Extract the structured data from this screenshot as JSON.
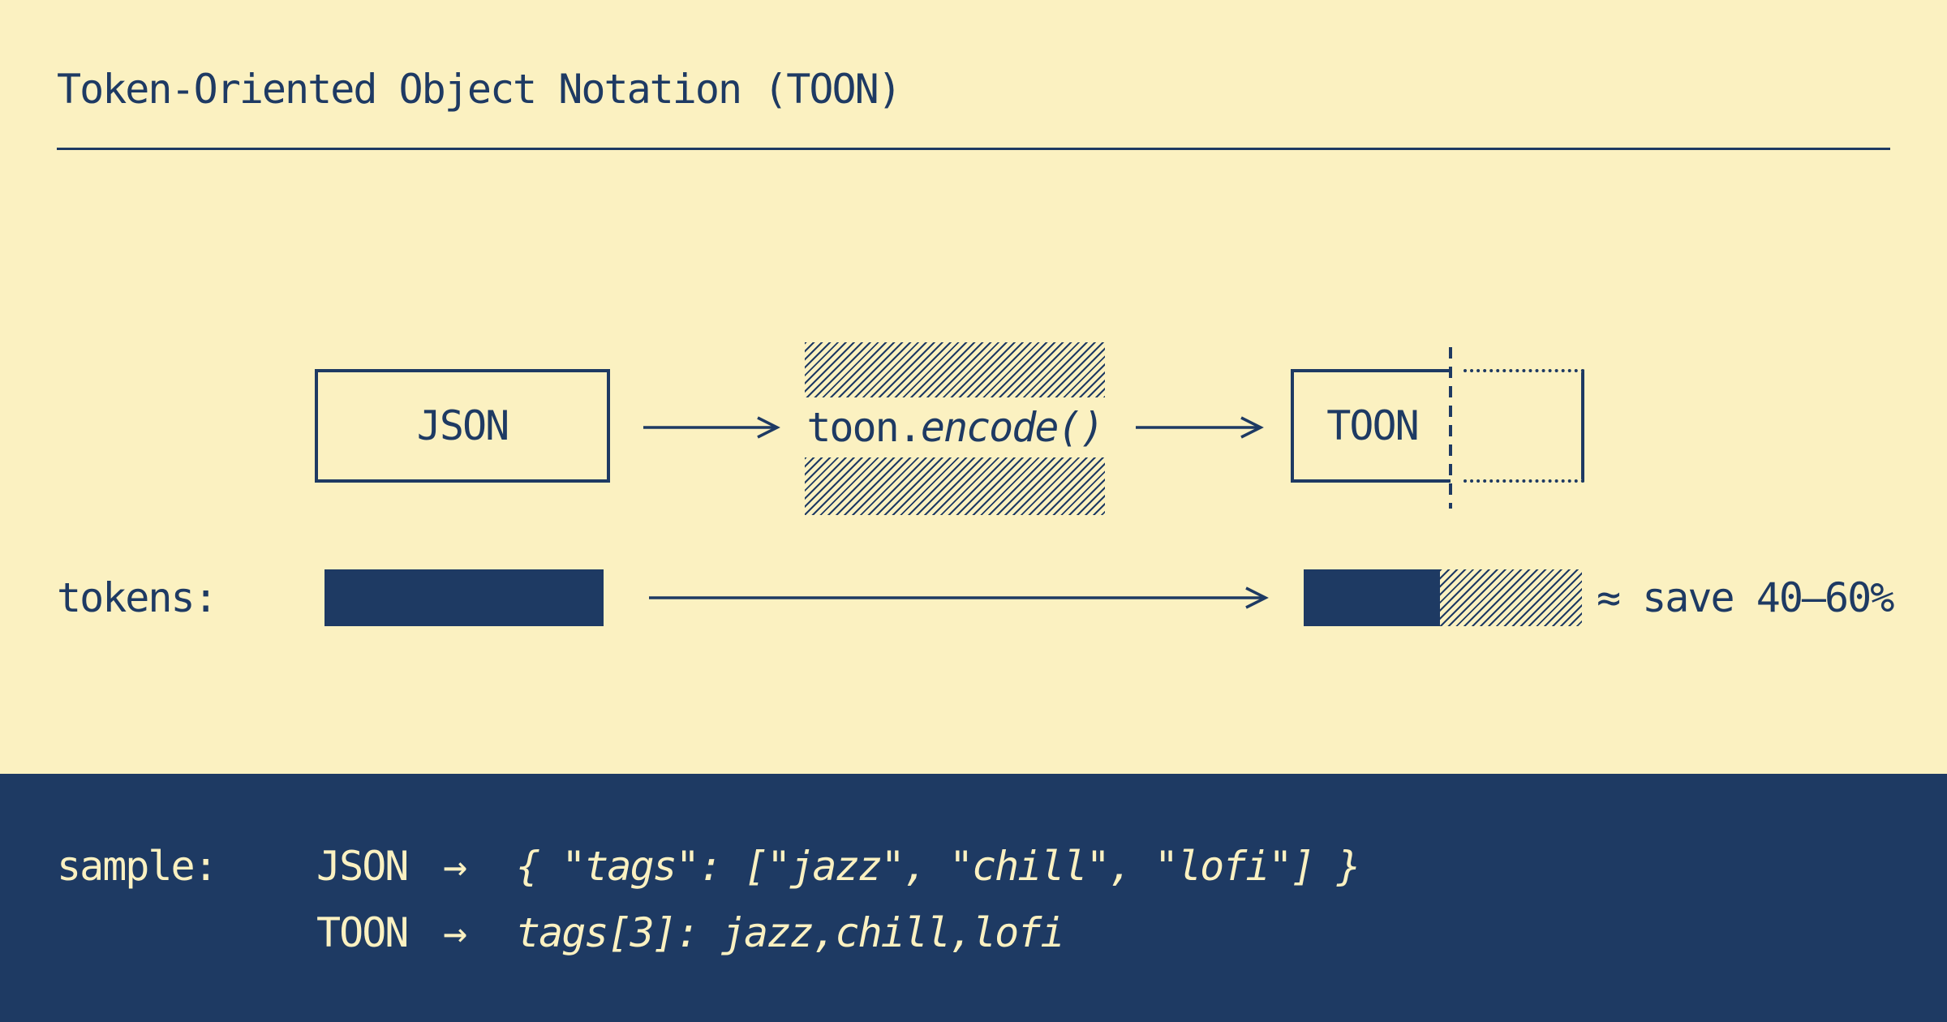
{
  "colors": {
    "cream": "#FBF1C1",
    "navy": "#1E3A63"
  },
  "title": "Token-Oriented Object Notation (TOON)",
  "flow": {
    "input_label": "JSON",
    "transform_prefix": "toon.",
    "transform_italic": "encode()",
    "output_label": "TOON"
  },
  "tokens_row": {
    "label": "tokens:",
    "savings_note": "≈ save 40–60%"
  },
  "sample": {
    "label": "sample:",
    "arrow": "→",
    "rows": [
      {
        "name": "JSON",
        "code": "{ \"tags\": [\"jazz\", \"chill\", \"lofi\"] }"
      },
      {
        "name": "TOON",
        "code": "tags[3]: jazz,chill,lofi"
      }
    ]
  }
}
